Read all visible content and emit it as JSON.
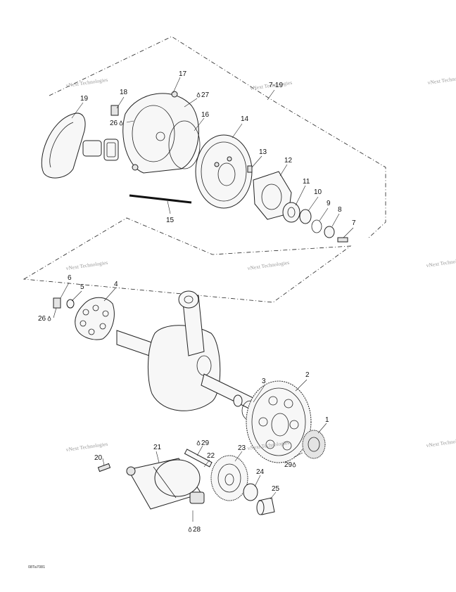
{
  "watermark": "vNext Technologies",
  "drawing_code": "08Ta7081",
  "callouts": [
    {
      "id": "c17",
      "text": "17"
    },
    {
      "id": "c27",
      "text": "27",
      "marked": true
    },
    {
      "id": "c18",
      "text": "18"
    },
    {
      "id": "c19a",
      "text": "19"
    },
    {
      "id": "c719",
      "text": "7-19"
    },
    {
      "id": "c16",
      "text": "16"
    },
    {
      "id": "c26a",
      "text": "26",
      "marked": true
    },
    {
      "id": "c14",
      "text": "14"
    },
    {
      "id": "c13",
      "text": "13"
    },
    {
      "id": "c12",
      "text": "12"
    },
    {
      "id": "c11",
      "text": "11"
    },
    {
      "id": "c10",
      "text": "10"
    },
    {
      "id": "c9",
      "text": "9"
    },
    {
      "id": "c8",
      "text": "8"
    },
    {
      "id": "c7",
      "text": "7"
    },
    {
      "id": "c15",
      "text": "15"
    },
    {
      "id": "c6",
      "text": "6"
    },
    {
      "id": "c5",
      "text": "5"
    },
    {
      "id": "c4",
      "text": "4"
    },
    {
      "id": "c26b",
      "text": "26",
      "marked": true
    },
    {
      "id": "c3",
      "text": "3"
    },
    {
      "id": "c2",
      "text": "2"
    },
    {
      "id": "c1",
      "text": "1"
    },
    {
      "id": "c29a",
      "text": "29",
      "marked": true
    },
    {
      "id": "c21",
      "text": "21"
    },
    {
      "id": "c22",
      "text": "22"
    },
    {
      "id": "c23",
      "text": "23"
    },
    {
      "id": "c20",
      "text": "20"
    },
    {
      "id": "c29b",
      "text": "29",
      "marked": true
    },
    {
      "id": "c24",
      "text": "24"
    },
    {
      "id": "c25",
      "text": "25"
    },
    {
      "id": "c28",
      "text": "28",
      "marked": true
    }
  ]
}
